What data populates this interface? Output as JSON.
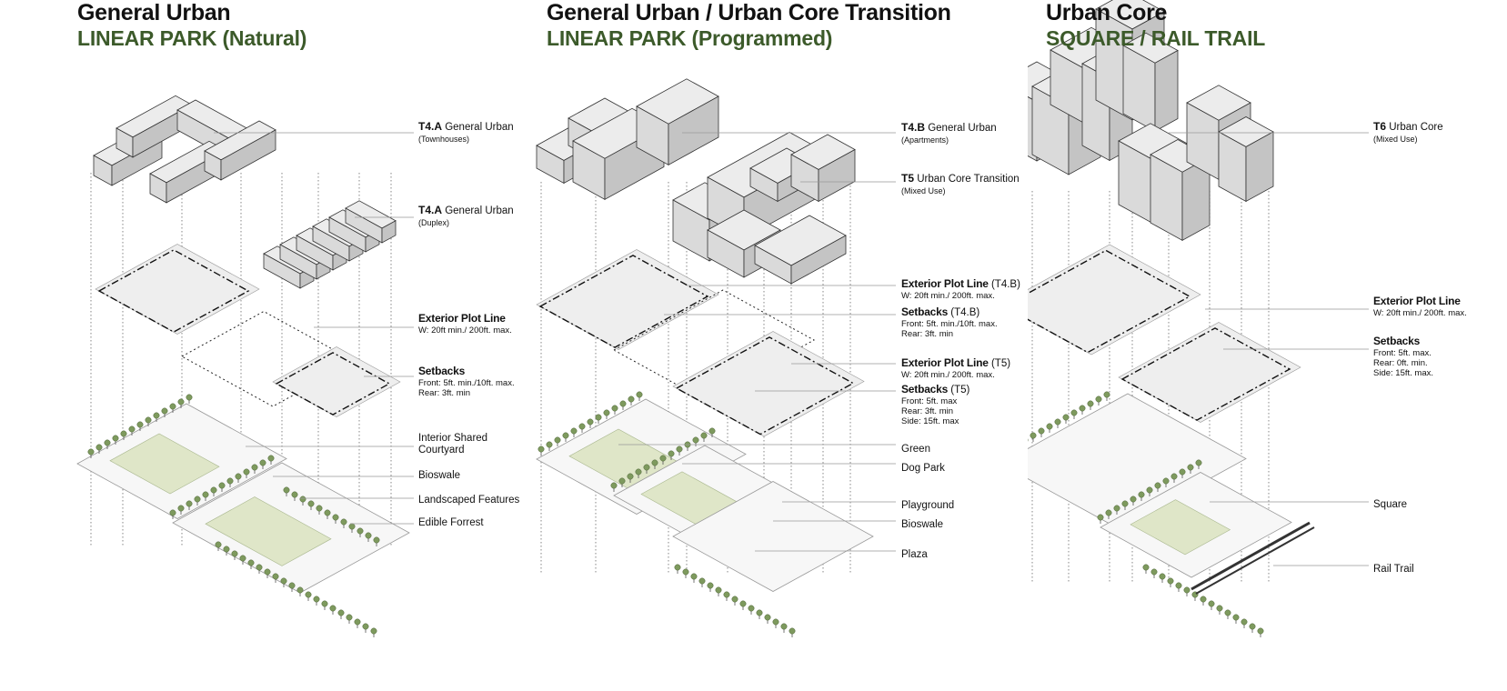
{
  "colors": {
    "title": "#111111",
    "accent": "#3c5a2a",
    "building_top": "#ececec",
    "building_left": "#dadada",
    "building_right": "#c4c4c4",
    "tree": "#7e9a5e",
    "green_area": "#dfe6c8"
  },
  "panels": [
    {
      "title": "General Urban",
      "subtitle": "LINEAR PARK (Natural)",
      "labels": [
        {
          "code": "T4.A",
          "name": " General Urban",
          "sub": "(Townhouses)"
        },
        {
          "code": "T4.A",
          "name": " General Urban",
          "sub": "(Duplex)"
        },
        {
          "head": "Exterior Plot Line",
          "lines": [
            "W: 20ft min./ 200ft. max."
          ]
        },
        {
          "head": "Setbacks",
          "lines": [
            "Front: 5ft. min./10ft. max.",
            "Rear: 3ft. min"
          ]
        },
        {
          "text_lines": [
            "Interior Shared",
            "Courtyard"
          ]
        },
        {
          "text": "Bioswale"
        },
        {
          "text": "Landscaped Features"
        },
        {
          "text": "Edible Forrest"
        }
      ]
    },
    {
      "title": "General Urban / Urban Core Transition",
      "subtitle": "LINEAR PARK (Programmed)",
      "labels": [
        {
          "code": "T4.B",
          "name": " General Urban",
          "sub": "(Apartments)"
        },
        {
          "code": "T5",
          "name": " Urban Core Transition",
          "sub": "(Mixed Use)"
        },
        {
          "head": "Exterior Plot Line",
          "head_suffix": " (T4.B)",
          "lines": [
            "W: 20ft min./ 200ft. max."
          ]
        },
        {
          "head": "Setbacks",
          "head_suffix": " (T4.B)",
          "lines": [
            "Front: 5ft. min./10ft. max.",
            "Rear: 3ft. min"
          ]
        },
        {
          "head": "Exterior Plot Line",
          "head_suffix": " (T5)",
          "lines": [
            "W: 20ft min./ 200ft. max."
          ]
        },
        {
          "head": "Setbacks",
          "head_suffix": " (T5)",
          "lines": [
            "Front: 5ft. max",
            "Rear: 3ft. min",
            "Side: 15ft. max"
          ]
        },
        {
          "text": "Green"
        },
        {
          "text": "Dog Park"
        },
        {
          "text": "Playground"
        },
        {
          "text": "Bioswale"
        },
        {
          "text": "Plaza"
        }
      ]
    },
    {
      "title": "Urban Core",
      "subtitle": "SQUARE / RAIL TRAIL",
      "labels": [
        {
          "code": "T6",
          "name": " Urban Core",
          "sub": "(Mixed Use)"
        },
        {
          "head": "Exterior Plot Line",
          "lines": [
            "W: 20ft min./ 200ft. max."
          ]
        },
        {
          "head": "Setbacks",
          "lines": [
            "Front: 5ft. max.",
            "Rear: 0ft. min.",
            "Side: 15ft. max."
          ]
        },
        {
          "text": "Square"
        },
        {
          "text": "Rail Trail"
        }
      ]
    }
  ]
}
